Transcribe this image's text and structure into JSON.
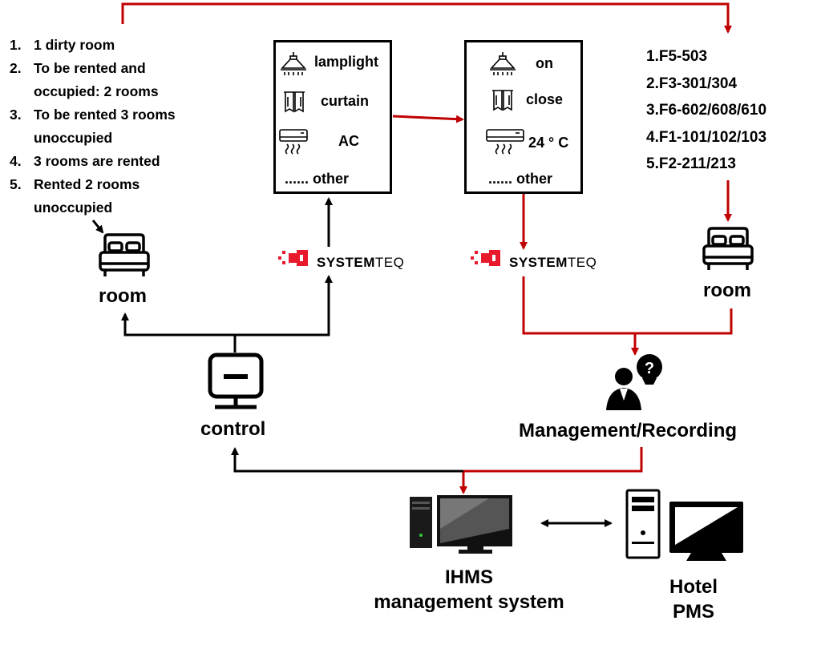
{
  "status_list": [
    {
      "num": "1.",
      "lines": [
        "1 dirty room"
      ]
    },
    {
      "num": "2.",
      "lines": [
        "To be rented and",
        "occupied:  2 rooms"
      ]
    },
    {
      "num": "3.",
      "lines": [
        "To be rented 3 rooms",
        "unoccupied"
      ]
    },
    {
      "num": "4.",
      "lines": [
        "3 rooms are rented"
      ]
    },
    {
      "num": "5.",
      "lines": [
        "Rented 2 rooms",
        "unoccupied"
      ]
    }
  ],
  "device_box_left": {
    "lamp": "lamplight",
    "curtain": "curtain",
    "ac": "AC",
    "other": "...... other"
  },
  "device_box_right": {
    "lamp": "on",
    "curtain": "close",
    "ac": "24 ° C",
    "other": "...... other"
  },
  "floors": [
    "1.F5-503",
    "2.F3-301/304",
    "3.F6-602/608/610",
    "4.F1-101/102/103",
    "5.F2-211/213"
  ],
  "brand": {
    "bold": "SYSTEM",
    "light": "TEQ"
  },
  "labels": {
    "room_left": "room",
    "room_right": "room",
    "control": "control",
    "management": "Management/Recording",
    "ihms_line1": "IHMS",
    "ihms_line2": "management system",
    "pms_line1": "Hotel",
    "pms_line2": "PMS"
  },
  "colors": {
    "red_flow": "#c00000",
    "black_flow": "#000000",
    "brand_red": "#e8192c"
  },
  "icons": [
    "bed-icon",
    "lamp-icon",
    "curtain-icon",
    "ac-icon",
    "monitor-icon",
    "person-question-icon",
    "desktop-computer-icon",
    "systemteq-logo-icon"
  ]
}
